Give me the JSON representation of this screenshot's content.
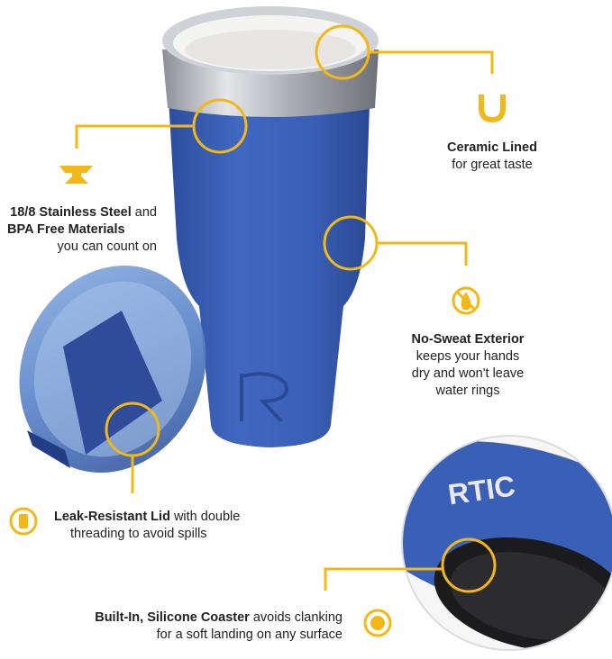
{
  "colors": {
    "accent": "#f2b817",
    "tumbler": "#3a5fb6",
    "text": "#222222"
  },
  "features": {
    "ceramic": {
      "icon": "ceramic-u-icon",
      "title": "Ceramic Lined",
      "desc": "for great taste"
    },
    "steel": {
      "icon": "anvil-icon",
      "title_1": "18/8 Stainless Steel",
      "connector": " and",
      "title_2": "BPA Free Materials",
      "desc": "you can count on"
    },
    "sweat": {
      "icon": "no-drop-icon",
      "title": "No-Sweat Exterior",
      "desc_1": "keeps your hands",
      "desc_2": "dry and won't leave",
      "desc_3": "water rings"
    },
    "lid": {
      "icon": "lid-icon",
      "title": "Leak-Resistant Lid",
      "desc_1": " with double",
      "desc_2": "threading to avoid spills"
    },
    "coaster": {
      "icon": "coaster-dot-icon",
      "title": "Built-In, Silicone Coaster",
      "desc_1": " avoids clanking",
      "desc_2": "for a soft landing on any surface"
    }
  },
  "brand": {
    "logo": "RTIC"
  }
}
